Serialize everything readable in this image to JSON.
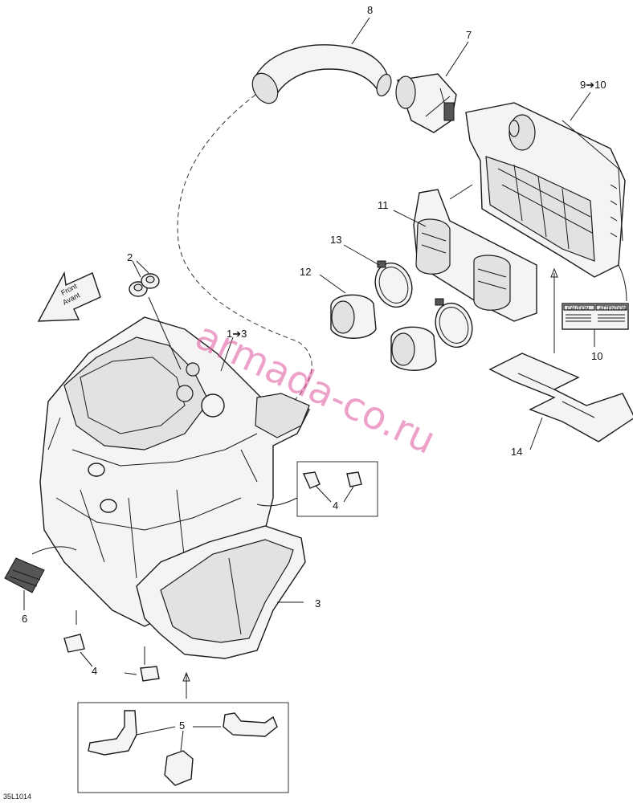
{
  "diagram": {
    "callouts": {
      "c8": "8",
      "c7": "7",
      "c9_10": "9➔10",
      "c11": "11",
      "c13": "13",
      "c12": "12",
      "c2": "2",
      "c1_3": "1➔3",
      "c10": "10",
      "c14": "14",
      "c4a": "4",
      "c3": "3",
      "c6": "6",
      "c4b": "4",
      "c5": "5"
    },
    "front_arrow": {
      "line1": "Front",
      "line2": "Avant"
    },
    "decal": {
      "left": "CAUTION",
      "right": "ATTENTION"
    },
    "figure_code": "35L1014",
    "watermark": "armada-co.ru",
    "colors": {
      "ink": "#1a1a1a",
      "watermark": "#e0569e"
    }
  }
}
